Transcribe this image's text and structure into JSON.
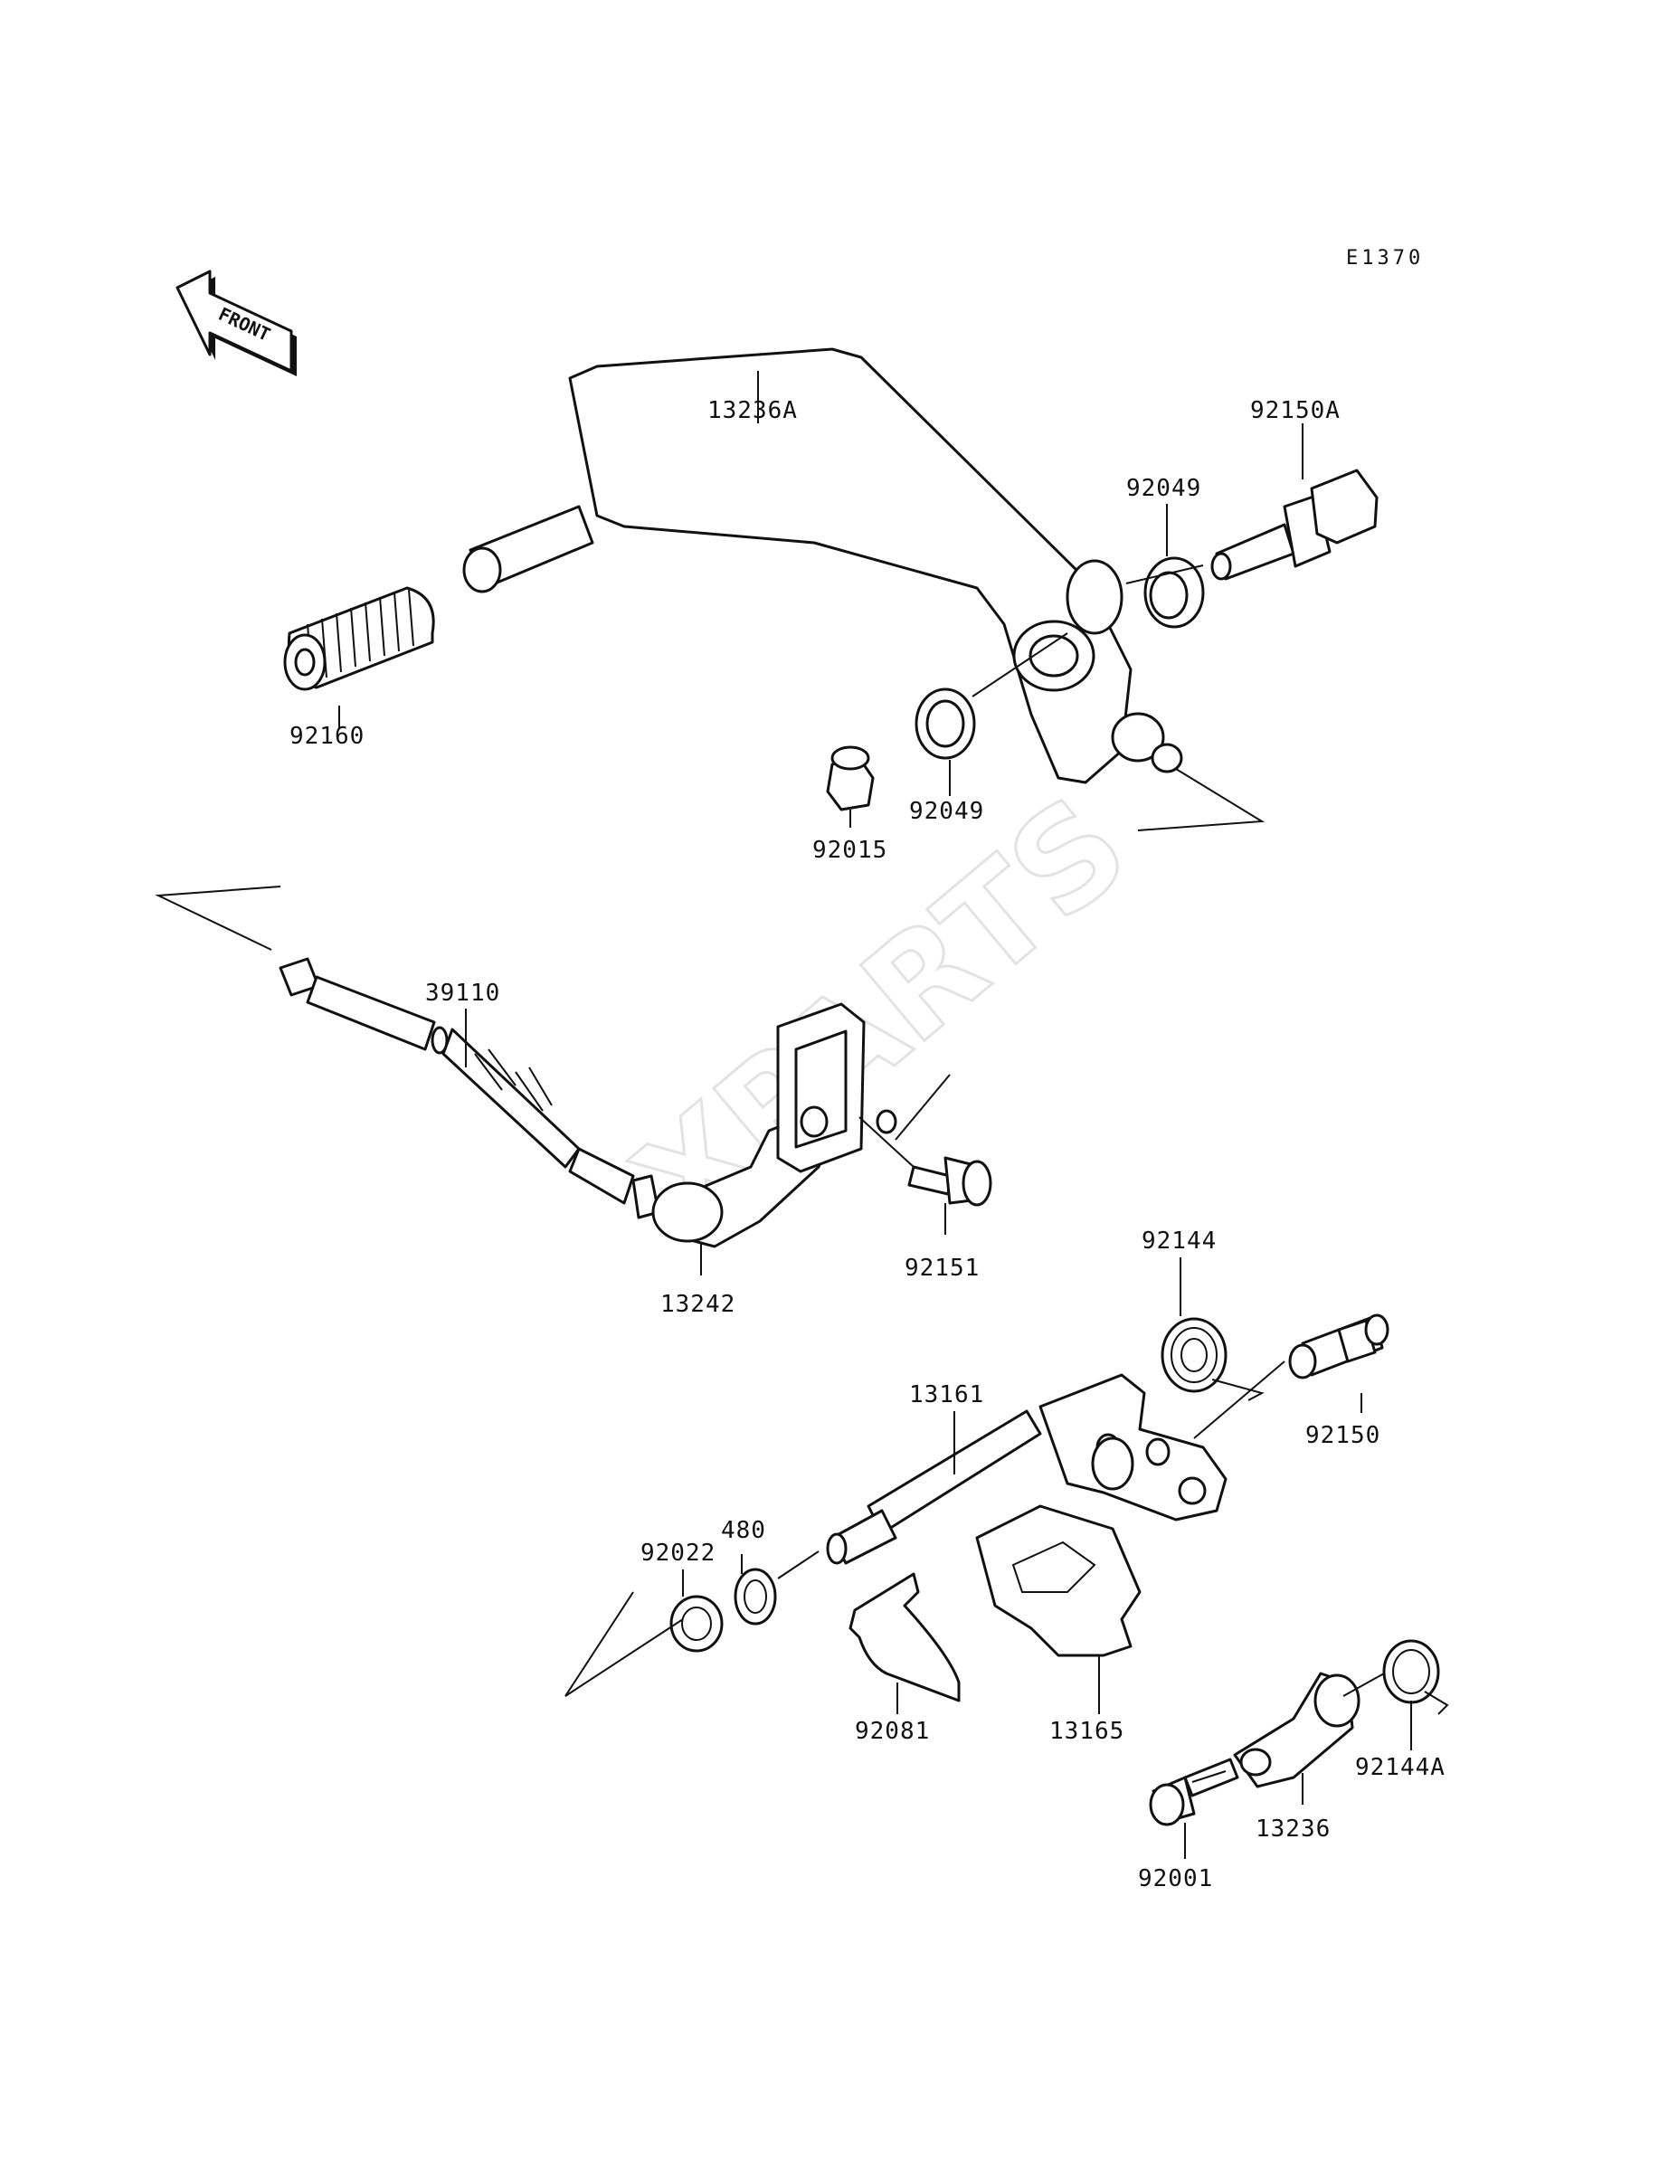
{
  "diagram_code": "E1370",
  "front_badge": "FRONT",
  "watermark": "XPARTS",
  "parts": {
    "p13236A": "13236A",
    "p92150A": "92150A",
    "p92049_top": "92049",
    "p92160": "92160",
    "p92015": "92015",
    "p92049_bottom": "92049",
    "p39110": "39110",
    "p13242": "13242",
    "p92151": "92151",
    "p92144": "92144",
    "p13161": "13161",
    "p92150": "92150",
    "p480": "480",
    "p92022": "92022",
    "p92081": "92081",
    "p13165": "13165",
    "p92144A": "92144A",
    "p13236": "13236",
    "p92001": "92001"
  }
}
